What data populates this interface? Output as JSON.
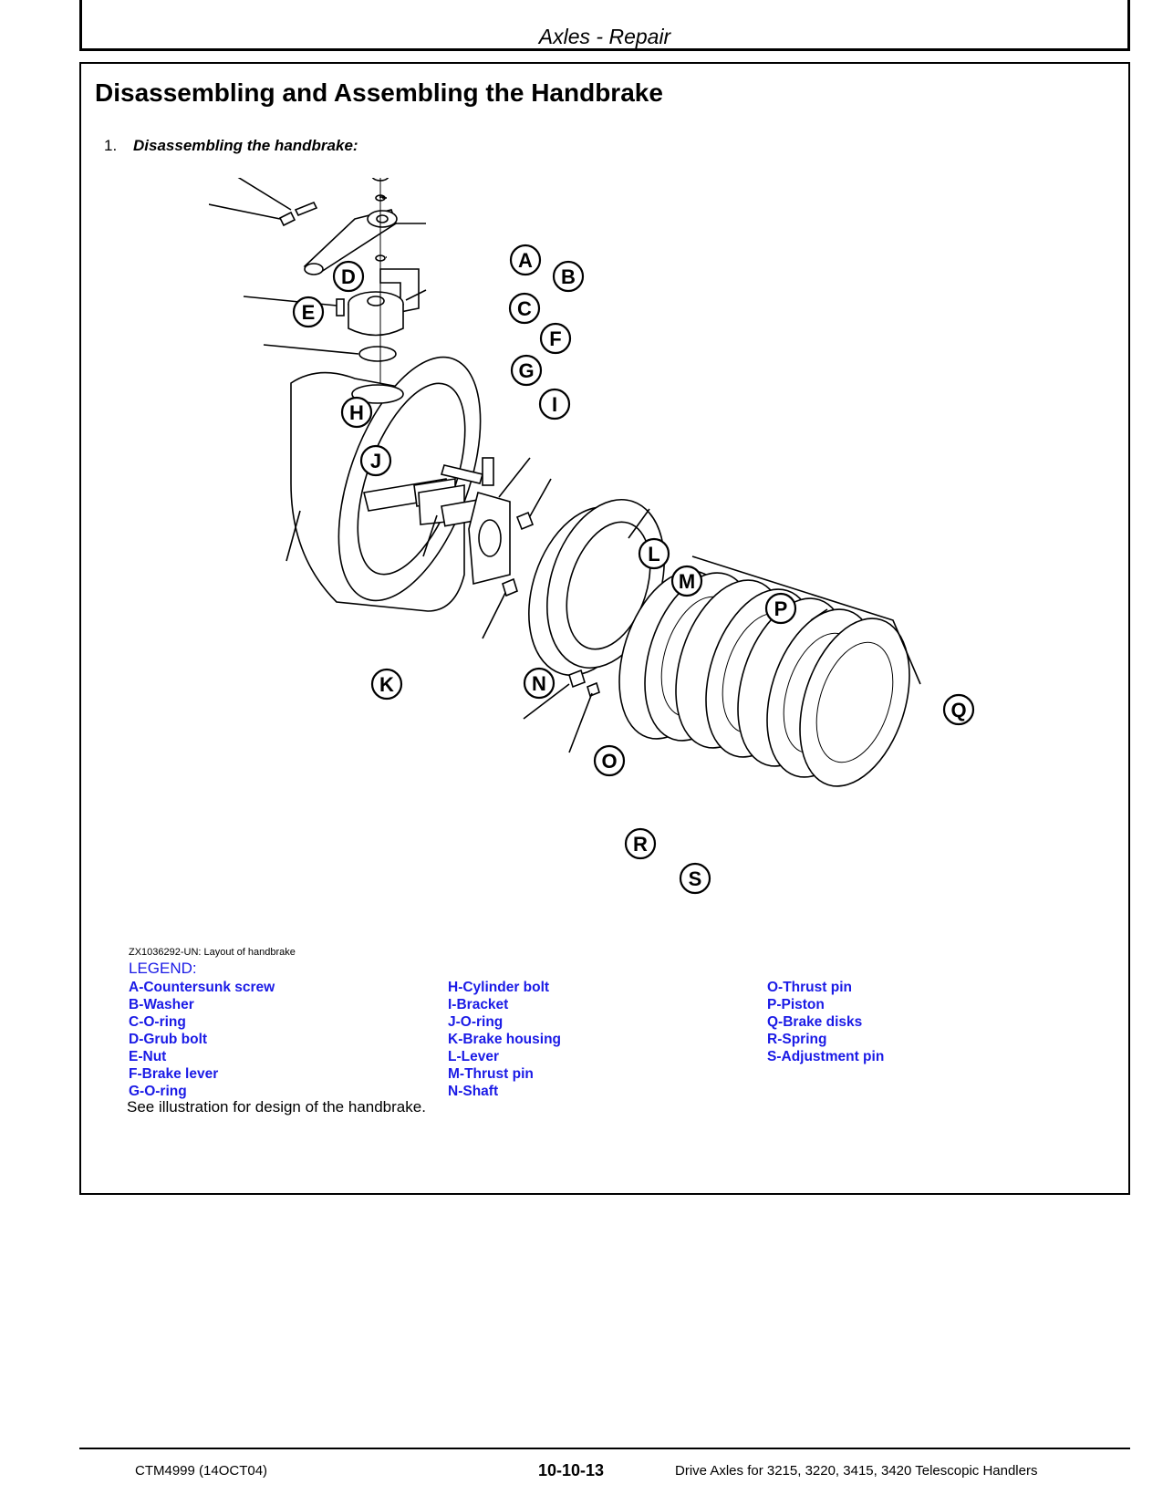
{
  "header": {
    "title": "Axles - Repair"
  },
  "section": {
    "title": "Disassembling and Assembling the Handbrake",
    "step_number": "1.",
    "step_text": "Disassembling the handbrake:"
  },
  "figure": {
    "caption": "ZX1036292-UN: Layout of handbrake",
    "callouts": [
      "A",
      "B",
      "C",
      "D",
      "E",
      "F",
      "G",
      "H",
      "I",
      "J",
      "K",
      "L",
      "M",
      "N",
      "O",
      "P",
      "Q",
      "R",
      "S"
    ]
  },
  "legend": {
    "title": "LEGEND:",
    "col1": [
      "A-Countersunk screw",
      "B-Washer",
      "C-O-ring",
      "D-Grub bolt",
      "E-Nut",
      "F-Brake lever",
      "G-O-ring"
    ],
    "col2": [
      "H-Cylinder bolt",
      "I-Bracket",
      "J-O-ring",
      "K-Brake housing",
      "L-Lever",
      "M-Thrust pin",
      "N-Shaft"
    ],
    "col3": [
      "O-Thrust pin",
      "P-Piston",
      "Q-Brake disks",
      "R-Spring",
      "S-Adjustment pin"
    ]
  },
  "note": "See illustration for design of the handbrake.",
  "footer": {
    "doc_id": "CTM4999 (14OCT04)",
    "page_number": "10-10-13",
    "doc_title": "Drive Axles for 3215, 3220, 3415, 3420 Telescopic Handlers"
  },
  "colors": {
    "legend_text": "#1a1ae6"
  }
}
